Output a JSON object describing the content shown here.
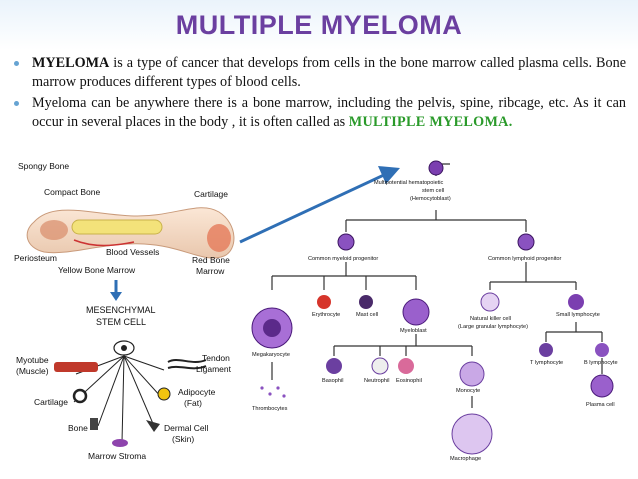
{
  "slide": {
    "title": "MULTIPLE MYELOMA"
  },
  "bullets": [
    {
      "lead": "MYELOMA",
      "rest": " is a type of cancer that develops from cells in the bone marrow called plasma cells. Bone marrow produces different types of blood cells."
    },
    {
      "lead": "",
      "rest": "Myeloma can be anywhere there is a bone marrow, including the pelvis, spine, ribcage, etc. As it can occur in several places in the body , it is often called as ",
      "tail": "MULTIPLE MYELOMA."
    }
  ],
  "bone_diagram": {
    "labels": {
      "spongy": "Spongy Bone",
      "compact": "Compact Bone",
      "cartilage": "Cartilage",
      "periosteum": "Periosteum",
      "vessels": "Blood Vessels",
      "yellow": "Yellow Bone Marrow",
      "red1": "Red Bone",
      "red2": "Marrow"
    }
  },
  "stem_diagram": {
    "title1": "MESENCHYMAL",
    "title2": "STEM CELL",
    "labels": {
      "myotube1": "Myotube",
      "myotube2": "(Muscle)",
      "tendon1": "Tendon",
      "tendon2": "Ligament",
      "cartilage": "Cartilage",
      "adipocyte1": "Adipocyte",
      "adipocyte2": "(Fat)",
      "bone": "Bone",
      "dermal1": "Dermal Cell",
      "dermal2": "(Skin)",
      "stroma": "Marrow Stroma"
    }
  },
  "hematopoiesis": {
    "root1": "Multipotential hematopoietic",
    "root2": "stem cell",
    "root3": "(Hemocytoblast)",
    "myeloid": "Common myeloid progenitor",
    "lymphoid": "Common lymphoid progenitor",
    "megakaryocyte": "Megakaryocyte",
    "thrombocytes": "Thrombocytes",
    "erythrocyte": "Erythrocyte",
    "mast": "Mast cell",
    "myeloblast": "Myeloblast",
    "basophil": "Basophil",
    "neutrophil": "Neutrophil",
    "eosinophil": "Eosinophil",
    "monocyte": "Monocyte",
    "macrophage": "Macrophage",
    "nk1": "Natural killer cell",
    "nk2": "(Large granular lymphocyte)",
    "small_lymph": "Small lymphocyte",
    "t_lymph": "T lymphocyte",
    "b_lymph": "B lymphocyte",
    "plasma": "Plasma cell"
  },
  "colors": {
    "title": "#6b3fa0",
    "accent_green": "#2a9a2a",
    "arrow_blue": "#2f6fb5",
    "cell_purple": "#6a3d9a"
  }
}
